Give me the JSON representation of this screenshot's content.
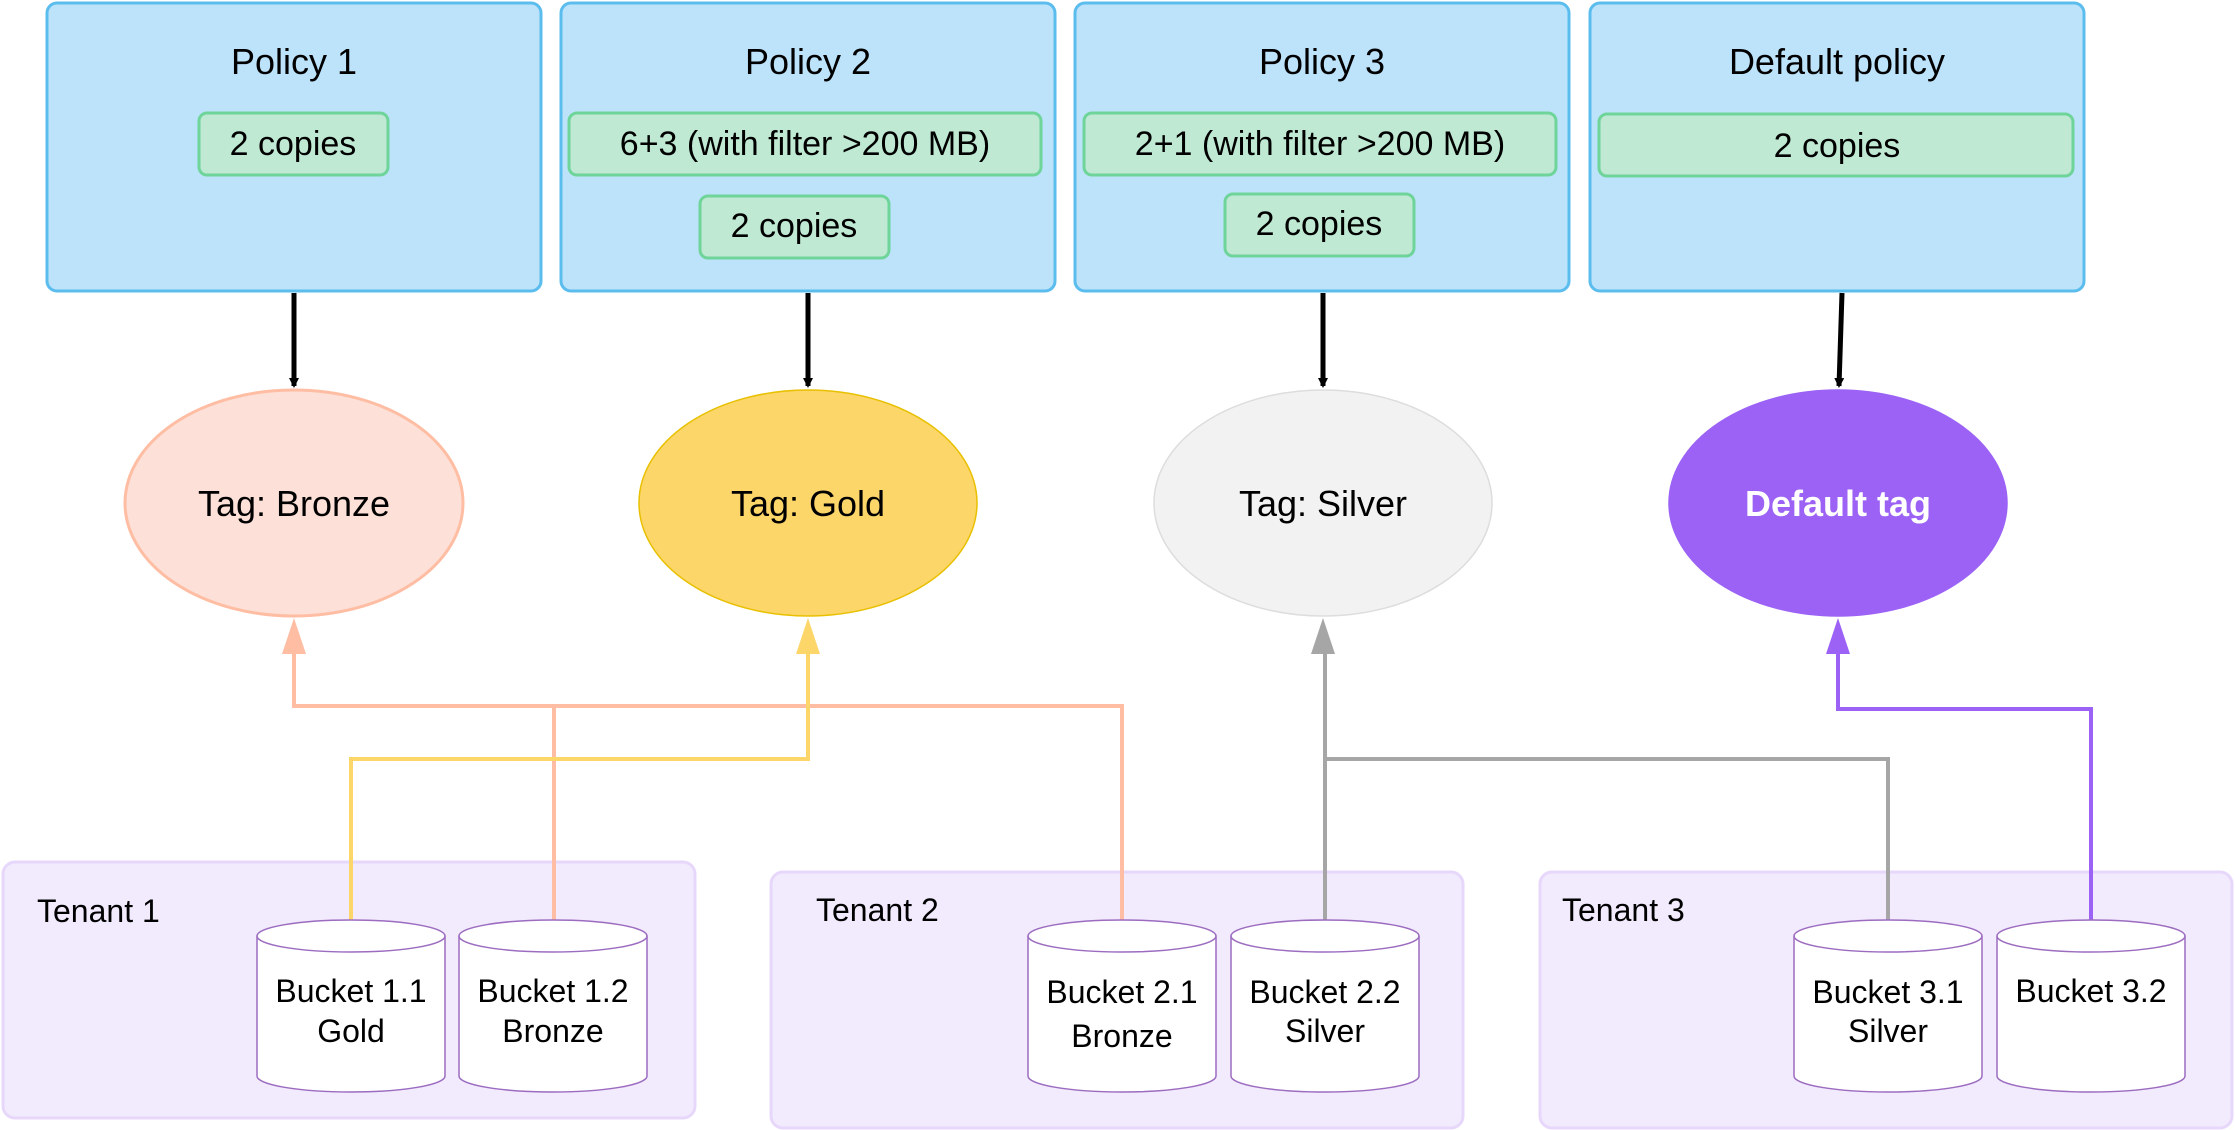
{
  "colors": {
    "policy_fill": "#bde3fb",
    "policy_stroke": "#5bbcee",
    "rule_fill": "#bfe9d3",
    "rule_stroke": "#6fd49a",
    "tenant_fill": "#f2eafd",
    "tenant_stroke": "#e7d8fb",
    "bucket_stroke": "#9c6cc0",
    "bronze": "#ffbea3",
    "bronze_fill": "#fde0d7",
    "gold": "#fdd66a",
    "gold_stroke": "#e8c000",
    "silver": "#a6a6a6",
    "silver_fill": "#f2f2f2",
    "default": "#9b62f5",
    "black_arrow": "#000000"
  },
  "policies": [
    {
      "title": "Policy 1",
      "rules": [
        "2 copies"
      ]
    },
    {
      "title": "Policy 2",
      "rules": [
        "6+3 (with filter >200 MB)",
        "2 copies"
      ]
    },
    {
      "title": "Policy 3",
      "rules": [
        "2+1 (with filter >200 MB)",
        "2 copies"
      ]
    },
    {
      "title": "Default policy",
      "rules": [
        "2 copies"
      ]
    }
  ],
  "tags": [
    {
      "label": "Tag: Bronze"
    },
    {
      "label": "Tag: Gold"
    },
    {
      "label": "Tag: Silver"
    },
    {
      "label": "Default tag"
    }
  ],
  "tenants": [
    {
      "label": "Tenant 1",
      "buckets": [
        {
          "line1": "Bucket 1.1",
          "line2": "Gold",
          "tag": "Gold"
        },
        {
          "line1": "Bucket 1.2",
          "line2": "Bronze",
          "tag": "Bronze"
        }
      ]
    },
    {
      "label": "Tenant 2",
      "buckets": [
        {
          "line1": "Bucket 2.1",
          "line2": "Bronze",
          "tag": "Bronze"
        },
        {
          "line1": "Bucket 2.2",
          "line2": "Silver",
          "tag": "Silver"
        }
      ]
    },
    {
      "label": "Tenant 3",
      "buckets": [
        {
          "line1": "Bucket 3.1",
          "line2": "Silver",
          "tag": "Silver"
        },
        {
          "line1": "Bucket 3.2",
          "line2": "",
          "tag": "Default tag"
        }
      ]
    }
  ]
}
